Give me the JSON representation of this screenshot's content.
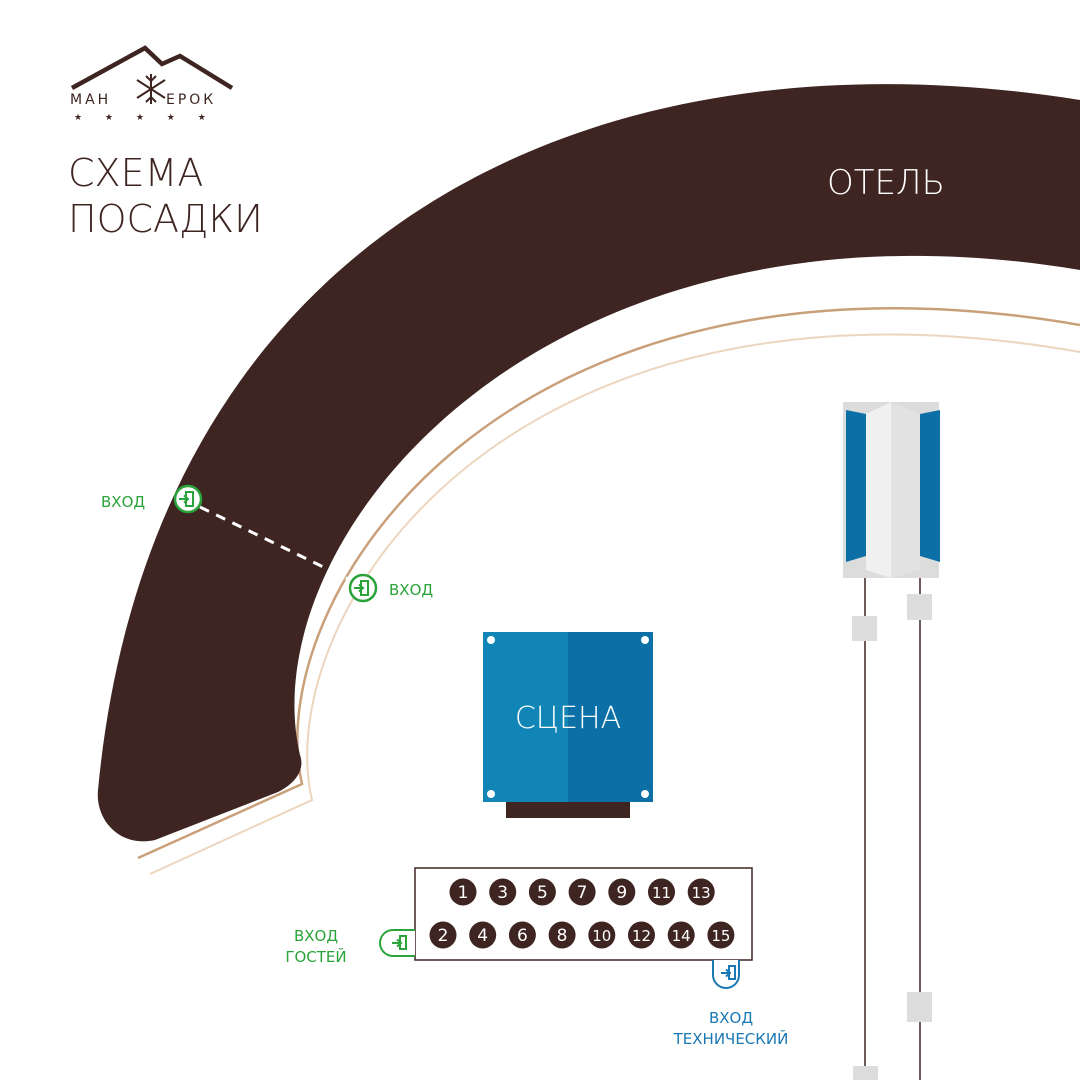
{
  "logo": {
    "text_left": "МАН",
    "text_right": "ЕРОК",
    "stars": "★ ★ ★ ★ ★"
  },
  "title": {
    "line1": "СХЕМА",
    "line2": "ПОСАДКИ"
  },
  "hotel_label": "ОТЕЛЬ",
  "stage_label": "СЦЕНА",
  "entrances": {
    "outer": "ВХОД",
    "inner": "ВХОД",
    "guests_line1": "ВХОД",
    "guests_line2": "ГОСТЕЙ",
    "tech_line1": "ВХОД",
    "tech_line2": "ТЕХНИЧЕСКИЙ"
  },
  "tables": {
    "top_row": [
      "1",
      "3",
      "5",
      "7",
      "9",
      "11",
      "13"
    ],
    "bottom_row": [
      "2",
      "4",
      "6",
      "8",
      "10",
      "12",
      "14",
      "15"
    ]
  },
  "colors": {
    "hotel": "#3e2522",
    "stage_left": "#1185b6",
    "stage_right": "#0c6fa6",
    "entrance_green": "#2aa43a",
    "tech_blue": "#1a78b4",
    "table": "#3e2522",
    "line_gold": "#c9a07a",
    "line_gold_light": "#ecd6be"
  },
  "icons": [
    "snowflake-icon",
    "mountain-icon",
    "door-enter-icon"
  ]
}
